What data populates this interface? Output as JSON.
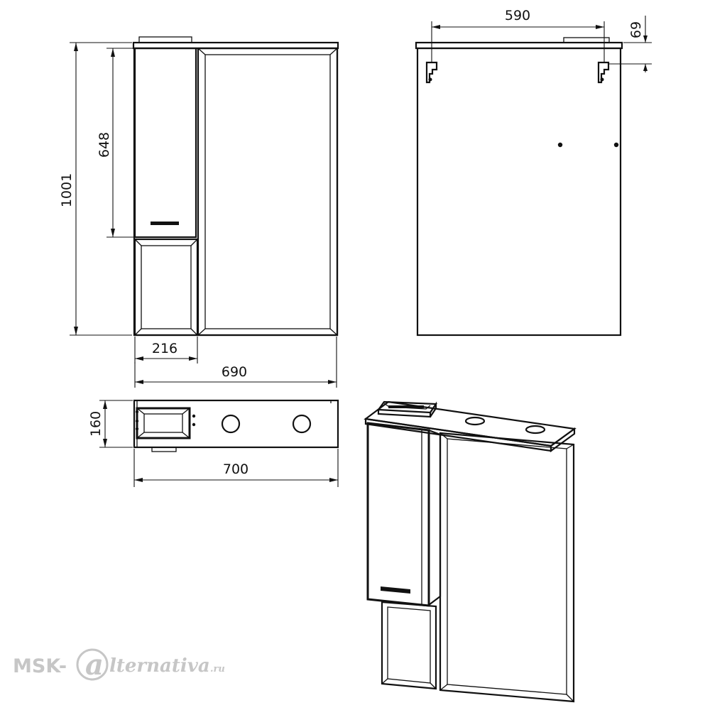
{
  "dimensions": {
    "front_total_height": "1001",
    "front_cabinet_height": "648",
    "front_cabinet_width": "216",
    "front_total_width": "690",
    "back_mount_spacing": "590",
    "back_mount_offset": "69",
    "top_depth": "160",
    "top_width": "700"
  },
  "watermark": {
    "prefix": "MSK-",
    "suffix": "lternativa",
    "domain": ".ru"
  }
}
